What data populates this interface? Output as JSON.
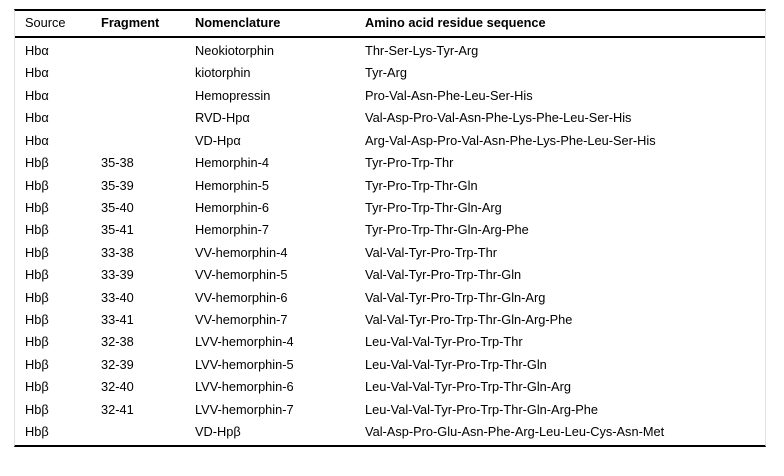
{
  "table": {
    "columns": [
      {
        "key": "source",
        "label": "Source",
        "bold": false
      },
      {
        "key": "fragment",
        "label": "Fragment",
        "bold": true
      },
      {
        "key": "nomenclature",
        "label": "Nomenclature",
        "bold": true
      },
      {
        "key": "sequence",
        "label": "Amino acid residue sequence",
        "bold": true
      }
    ],
    "rows": [
      {
        "source": "Hbα",
        "fragment": "",
        "nomenclature": "Neokiotorphin",
        "sequence": "Thr-Ser-Lys-Tyr-Arg"
      },
      {
        "source": "Hbα",
        "fragment": "",
        "nomenclature": "kiotorphin",
        "sequence": "Tyr-Arg"
      },
      {
        "source": "Hbα",
        "fragment": "",
        "nomenclature": "Hemopressin",
        "sequence": "Pro-Val-Asn-Phe-Leu-Ser-His"
      },
      {
        "source": "Hbα",
        "fragment": "",
        "nomenclature": "RVD-Hpα",
        "sequence": "Val-Asp-Pro-Val-Asn-Phe-Lys-Phe-Leu-Ser-His"
      },
      {
        "source": "Hbα",
        "fragment": "",
        "nomenclature": "VD-Hpα",
        "sequence": "Arg-Val-Asp-Pro-Val-Asn-Phe-Lys-Phe-Leu-Ser-His"
      },
      {
        "source": "Hbβ",
        "fragment": "35-38",
        "nomenclature": "Hemorphin-4",
        "sequence": "Tyr-Pro-Trp-Thr"
      },
      {
        "source": "Hbβ",
        "fragment": "35-39",
        "nomenclature": "Hemorphin-5",
        "sequence": "Tyr-Pro-Trp-Thr-Gln"
      },
      {
        "source": "Hbβ",
        "fragment": "35-40",
        "nomenclature": "Hemorphin-6",
        "sequence": "Tyr-Pro-Trp-Thr-Gln-Arg"
      },
      {
        "source": "Hbβ",
        "fragment": "35-41",
        "nomenclature": "Hemorphin-7",
        "sequence": "Tyr-Pro-Trp-Thr-Gln-Arg-Phe"
      },
      {
        "source": "Hbβ",
        "fragment": "33-38",
        "nomenclature": "VV-hemorphin-4",
        "sequence": "Val-Val-Tyr-Pro-Trp-Thr"
      },
      {
        "source": "Hbβ",
        "fragment": "33-39",
        "nomenclature": "VV-hemorphin-5",
        "sequence": "Val-Val-Tyr-Pro-Trp-Thr-Gln"
      },
      {
        "source": "Hbβ",
        "fragment": "33-40",
        "nomenclature": "VV-hemorphin-6",
        "sequence": "Val-Val-Tyr-Pro-Trp-Thr-Gln-Arg"
      },
      {
        "source": "Hbβ",
        "fragment": "33-41",
        "nomenclature": "VV-hemorphin-7",
        "sequence": "Val-Val-Tyr-Pro-Trp-Thr-Gln-Arg-Phe"
      },
      {
        "source": "Hbβ",
        "fragment": "32-38",
        "nomenclature": "LVV-hemorphin-4",
        "sequence": "Leu-Val-Val-Tyr-Pro-Trp-Thr"
      },
      {
        "source": "Hbβ",
        "fragment": "32-39",
        "nomenclature": "LVV-hemorphin-5",
        "sequence": "Leu-Val-Val-Tyr-Pro-Trp-Thr-Gln"
      },
      {
        "source": "Hbβ",
        "fragment": "32-40",
        "nomenclature": "LVV-hemorphin-6",
        "sequence": "Leu-Val-Val-Tyr-Pro-Trp-Thr-Gln-Arg"
      },
      {
        "source": "Hbβ",
        "fragment": "32-41",
        "nomenclature": "LVV-hemorphin-7",
        "sequence": "Leu-Val-Val-Tyr-Pro-Trp-Thr-Gln-Arg-Phe"
      },
      {
        "source": "Hbβ",
        "fragment": "",
        "nomenclature": "VD-Hpβ",
        "sequence": "Val-Asp-Pro-Glu-Asn-Phe-Arg-Leu-Leu-Cys-Asn-Met"
      }
    ]
  },
  "colors": {
    "rule": "#000000",
    "side_border": "#e2e2e2",
    "text": "#000000",
    "background": "#ffffff"
  }
}
